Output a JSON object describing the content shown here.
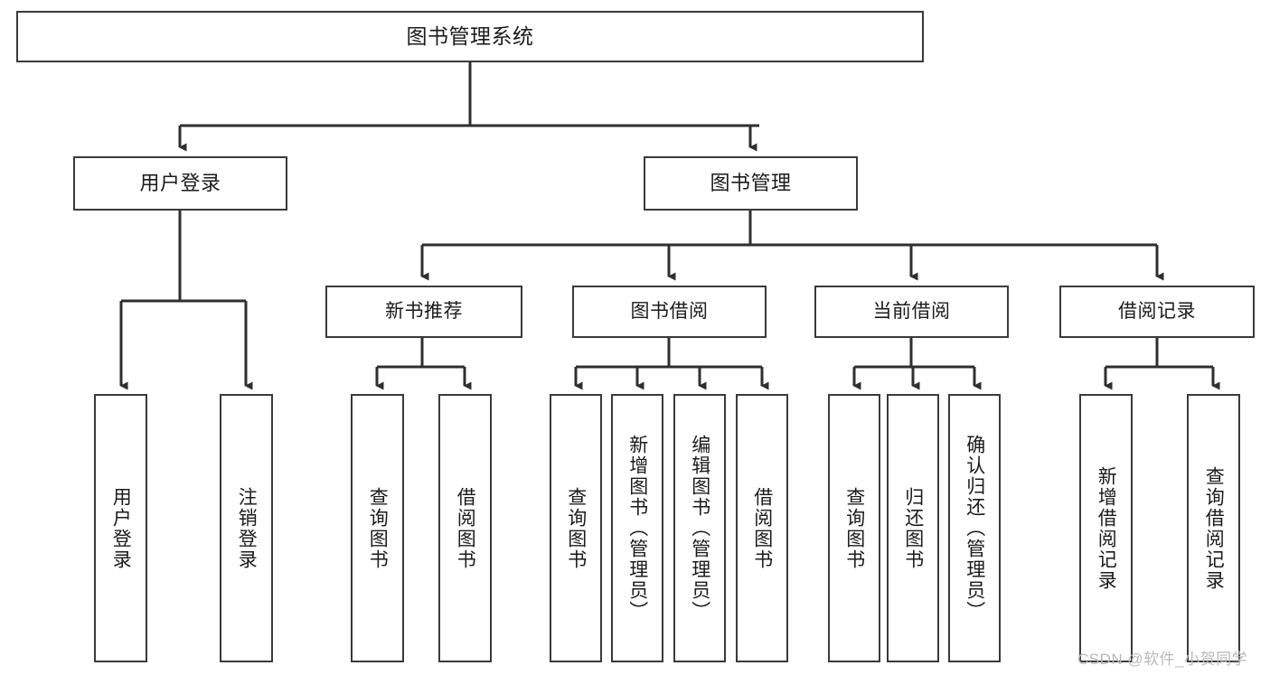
{
  "diagram": {
    "title": "图书管理系统",
    "type": "hierarchy-tree",
    "watermark": "CSDN @软件_小贺同学",
    "colors": {
      "background": "#ffffff",
      "box_border": "#3a3a3a",
      "connector": "#2f2f2f",
      "text": "#1b1b1b",
      "watermark": "#b9b9b9"
    },
    "root": {
      "label": "图书管理系统"
    },
    "level1": [
      {
        "label": "用户登录"
      },
      {
        "label": "图书管理"
      }
    ],
    "level2": [
      {
        "label": "新书推荐"
      },
      {
        "label": "图书借阅"
      },
      {
        "label": "当前借阅"
      },
      {
        "label": "借阅记录"
      }
    ],
    "leaves": {
      "user_login": [
        {
          "label": "用户登录"
        },
        {
          "label": "注销登录"
        }
      ],
      "new_book_recommend": [
        {
          "label": "查询图书"
        },
        {
          "label": "借阅图书"
        }
      ],
      "book_borrow": [
        {
          "label": "查询图书"
        },
        {
          "label": "新增图书（管理员）"
        },
        {
          "label": "编辑图书（管理员）"
        },
        {
          "label": "借阅图书"
        }
      ],
      "current_borrow": [
        {
          "label": "查询图书"
        },
        {
          "label": "归还图书"
        },
        {
          "label": "确认归还（管理员）"
        }
      ],
      "borrow_record": [
        {
          "label": "新增借阅记录"
        },
        {
          "label": "查询借阅记录"
        }
      ]
    }
  }
}
